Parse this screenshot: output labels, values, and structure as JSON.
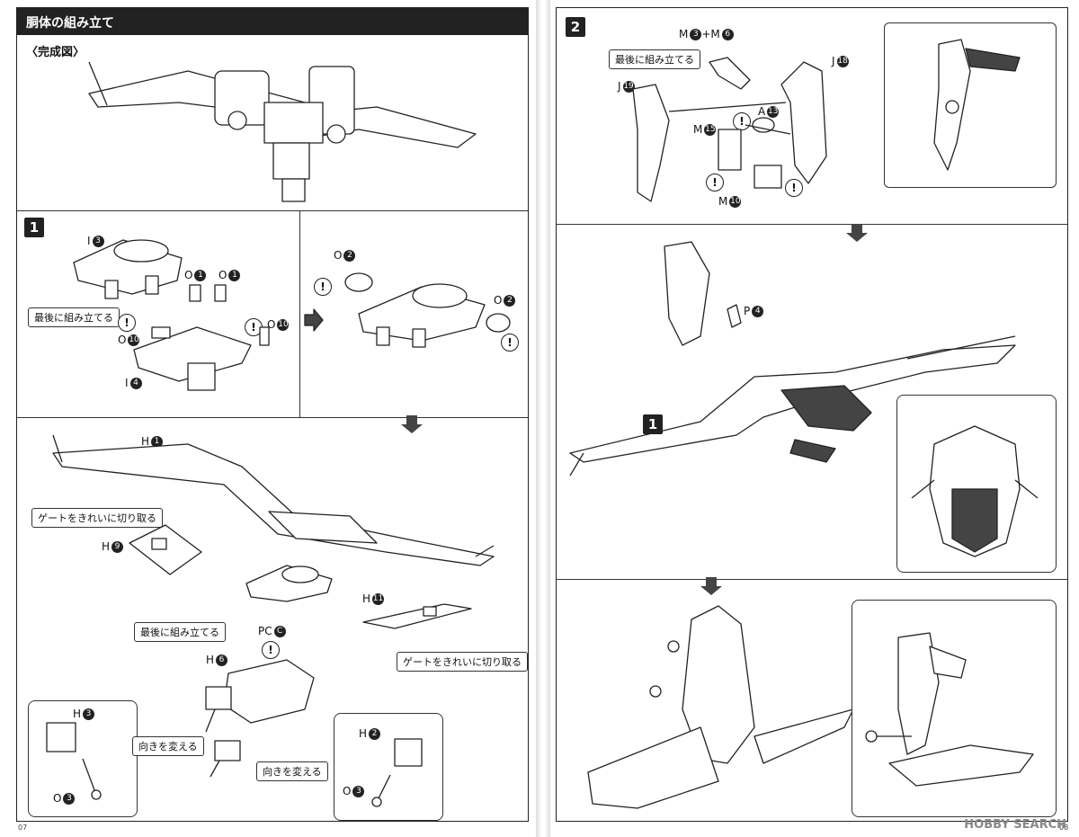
{
  "left": {
    "header_title": "胴体の組み立て",
    "completed_label": "〈完成図〉",
    "step1_number": "1",
    "labels": {
      "i3": "I",
      "o1a": "O",
      "o1b": "O",
      "o10a": "O",
      "o10b": "O",
      "i4": "I",
      "o2a": "O",
      "o2b": "O",
      "h1": "H",
      "h9": "H",
      "h11": "H",
      "h6": "H",
      "pcc": "PC",
      "h3": "H",
      "o3a": "O",
      "h2": "H",
      "o3b": "O"
    },
    "nums": {
      "i3": "3",
      "o1a": "1",
      "o1b": "1",
      "o10a": "10",
      "o10b": "10",
      "i4": "4",
      "o2a": "2",
      "o2b": "2",
      "h1": "1",
      "h9": "9",
      "h11": "11",
      "h6": "6",
      "pcc": "C",
      "h3": "3",
      "o3a": "3",
      "h2": "2",
      "o3b": "3"
    },
    "tags": {
      "assemble_last_1": "最後に組み立てる",
      "gate_cut_1": "ゲートをきれいに切り取る",
      "gate_cut_2": "ゲートをきれいに切り取る",
      "assemble_last_2": "最後に組み立てる",
      "change_dir_1": "向きを変える",
      "change_dir_2": "向きを変える"
    },
    "page_number": "07"
  },
  "right": {
    "step2_number": "2",
    "step_ref_1": "1",
    "labels": {
      "m36": "M",
      "j18": "J",
      "j19": "J",
      "a13": "A",
      "m15": "M",
      "m10": "M",
      "p4": "P"
    },
    "nums": {
      "m36a": "3",
      "m36b": "6",
      "j18": "18",
      "j19": "19",
      "a13": "13",
      "m15": "15",
      "m10": "10",
      "p4": "4"
    },
    "plus_sign": "+M",
    "tags": {
      "assemble_last": "最後に組み立てる"
    },
    "page_number": "08"
  },
  "warning_glyph": "!",
  "watermark": "HOBBY SEARCH"
}
